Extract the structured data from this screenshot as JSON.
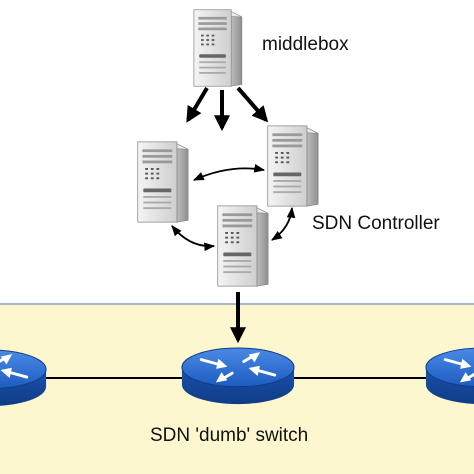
{
  "labels": {
    "middlebox": "middlebox",
    "controller": "SDN Controller",
    "switch": "SDN 'dumb' switch"
  },
  "colors": {
    "network_area": "#fdf7cf",
    "network_border": "#8aa0c8",
    "router_blue": "#1f63c7",
    "link": "#000000",
    "server_body": "#d9d9d9"
  },
  "icons": {
    "middlebox": "server-icon",
    "controllers": [
      "server-icon",
      "server-icon",
      "server-icon"
    ],
    "switches": [
      "router-icon",
      "router-icon",
      "router-icon"
    ]
  }
}
